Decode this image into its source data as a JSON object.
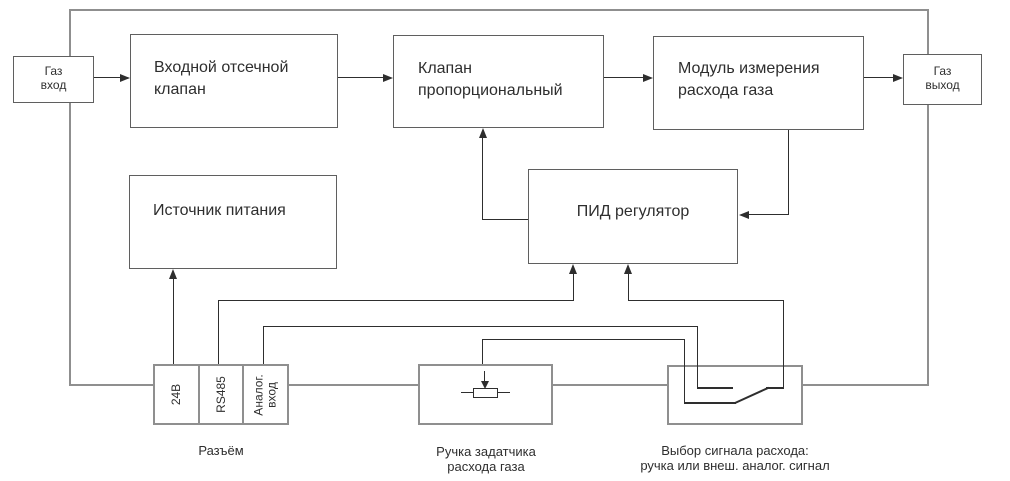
{
  "colors": {
    "pipe": "#8f8f8f",
    "line": "#2e2e2e",
    "text": "#2e2e2e",
    "box_bg": "#ffffff"
  },
  "blocks": {
    "gas_inlet": {
      "label": "Газ\nвход"
    },
    "inlet_valve": {
      "label": "Входной отсечной\nклапан"
    },
    "proportional_valve": {
      "label": "Клапан\nпропорциональный"
    },
    "flow_module": {
      "label": "Модуль измерения\nрасхода газа"
    },
    "gas_outlet": {
      "label": "Газ\nвыход"
    },
    "power_supply": {
      "label": "Источник питания"
    },
    "pid_controller": {
      "label": "ПИД регулятор"
    }
  },
  "connector": {
    "pins": [
      {
        "label": "24В"
      },
      {
        "label": "RS485"
      },
      {
        "label": "Аналог.\nвход"
      }
    ],
    "caption": "Разъём"
  },
  "knob": {
    "caption": "Ручка задатчика\nрасхода газа"
  },
  "selector": {
    "caption": "Выбор сигнала расхода:\nручка или внеш. аналог. сигнал"
  }
}
